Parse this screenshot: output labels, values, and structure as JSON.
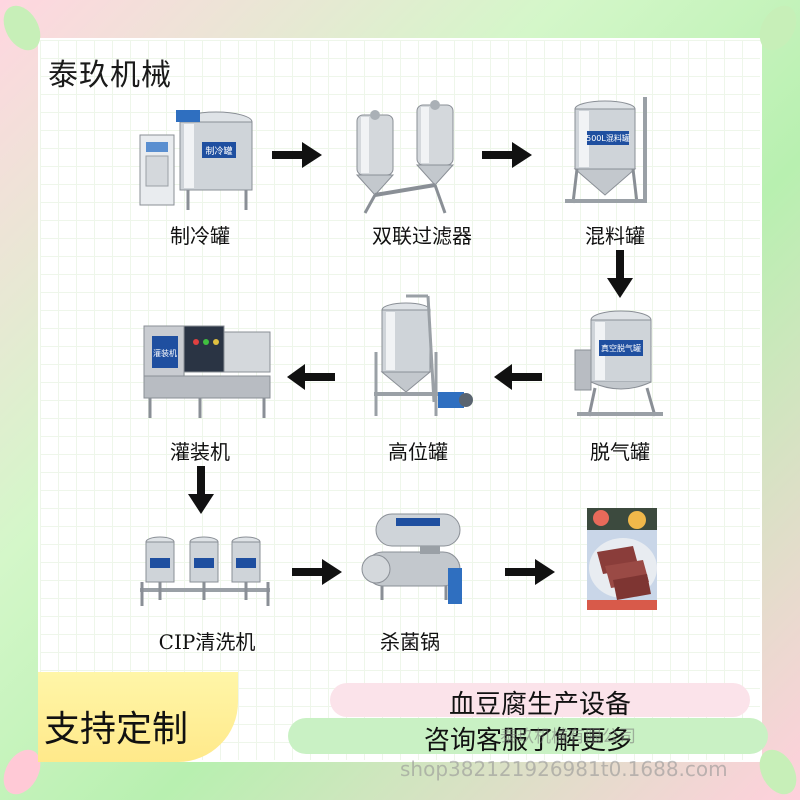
{
  "brand": "泰玖机械",
  "steps": [
    {
      "id": "refrigeration",
      "label": "制冷罐",
      "tank_text": "制冷罐"
    },
    {
      "id": "duplex-filter",
      "label": "双联过滤器"
    },
    {
      "id": "mixing",
      "label": "混料罐",
      "tank_text": "500L混料罐"
    },
    {
      "id": "degassing",
      "label": "脱气罐",
      "tank_text": "真空脱气罐"
    },
    {
      "id": "high-tank",
      "label": "高位罐"
    },
    {
      "id": "filling",
      "label": "灌装机",
      "panel_text": "灌装机"
    },
    {
      "id": "cip",
      "label": "CIP清洗机"
    },
    {
      "id": "sterilizer",
      "label": "杀菌锅"
    },
    {
      "id": "product",
      "label": ""
    }
  ],
  "footer": {
    "badge": "支持定制",
    "line1": "血豆腐生产设备",
    "line2": "咨询客服了解更多",
    "watermark_company": "泰玖机械有限公司",
    "watermark_url": "shop382121926981t0.1688.com"
  },
  "colors": {
    "frame_pink": "#ffd6e0",
    "frame_green": "#b8f0b0",
    "badge_yellow": "#fff6a8",
    "pill_pink": "#fbe3ea",
    "pill_green": "#c9f1c4",
    "steel": "#c9ccd1",
    "panel_blue": "#1f4fa0"
  },
  "icons": {
    "arrow": "arrow-icon",
    "product": "blood-tofu-photo"
  }
}
